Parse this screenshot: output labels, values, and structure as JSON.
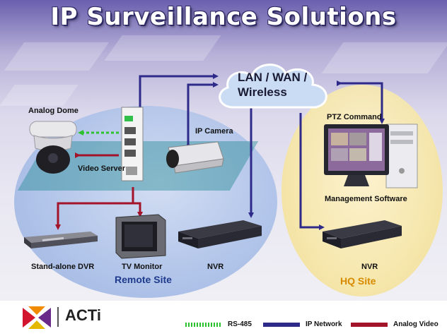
{
  "title": "IP Surveillance Solutions",
  "network": {
    "cloud_label_line1": "LAN / WAN /",
    "cloud_label_line2": "Wireless"
  },
  "devices": {
    "analog_dome": "Analog Dome",
    "video_server": "Video Server",
    "ip_camera": "IP Camera",
    "ptz_command": "PTZ Command",
    "management_software": "Management Software",
    "standalone_dvr": "Stand-alone DVR",
    "tv_monitor": "TV Monitor",
    "nvr_remote": "NVR",
    "nvr_hq": "NVR"
  },
  "sites": {
    "remote": "Remote Site",
    "hq": "HQ Site"
  },
  "brand": "ACTi",
  "legend": [
    {
      "label": "RS-485",
      "color": "#2fc22f"
    },
    {
      "label": "IP Network",
      "color": "#2e2a8a"
    },
    {
      "label": "Analog Video",
      "color": "#a3132a"
    }
  ],
  "colors": {
    "ip_network": "#2e2a8a",
    "analog_video": "#a3132a",
    "rs485": "#2fc22f",
    "remote_site_text": "#1e3a8c",
    "hq_site_text": "#d88a00"
  }
}
